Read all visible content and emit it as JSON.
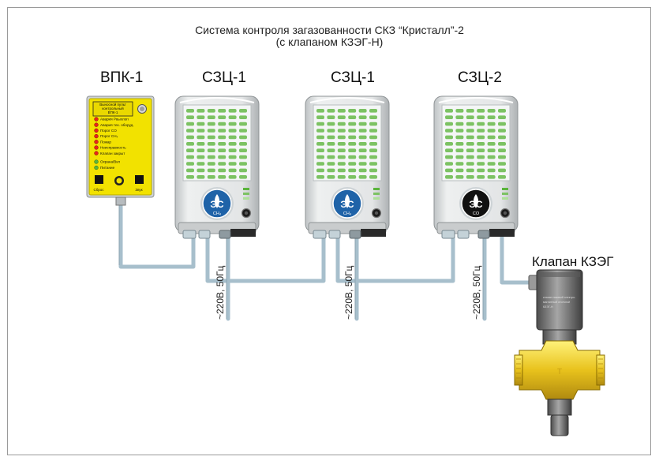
{
  "title": {
    "line1": "Система контроля загазованности СКЗ “Кристалл”-2",
    "line2": "(с клапаном КЗЭГ-Н)"
  },
  "devices": [
    {
      "label": "ВПК-1"
    },
    {
      "label": "СЗЦ-1",
      "gas": "CH₄"
    },
    {
      "label": "СЗЦ-1",
      "gas": "CH₄"
    },
    {
      "label": "СЗЦ-2",
      "gas": "CO"
    }
  ],
  "vpk_panel": {
    "header": [
      "Выносной пульт",
      "контрольный",
      "ВПК-1"
    ],
    "indicators": [
      {
        "label": "Авария Рвыхлоп",
        "color": "#e8241c"
      },
      {
        "label": "Авария тех. оборуд.",
        "color": "#e8241c"
      },
      {
        "label": "Порог CO",
        "color": "#e8241c"
      },
      {
        "label": "Порог CH₄",
        "color": "#e8241c"
      },
      {
        "label": "Пожар",
        "color": "#e8241c"
      },
      {
        "label": "Неисправность",
        "color": "#e8241c"
      },
      {
        "label": "Клапан закрыт",
        "color": "#e8241c"
      }
    ],
    "status_indicators": [
      {
        "label": "Охрана/Вкл",
        "color": "#5ab43c"
      },
      {
        "label": "Питание",
        "color": "#5ab43c"
      }
    ],
    "buttons": {
      "reset": "Сброс",
      "sound": "Звук"
    }
  },
  "logo_text": "ЭС",
  "power_label": "~220В, 50Гц",
  "valve_label": "Клапан КЗЭГ",
  "colors": {
    "panel_yellow": "#f2e200",
    "cable": "#a7bfcc",
    "housing": "#dedede",
    "grill_green": "#7cc263",
    "logo_blue": "#1f63a8",
    "logo_black": "#111111",
    "valve_brass": "#e8c21c",
    "valve_body": "#7d7d7d"
  }
}
